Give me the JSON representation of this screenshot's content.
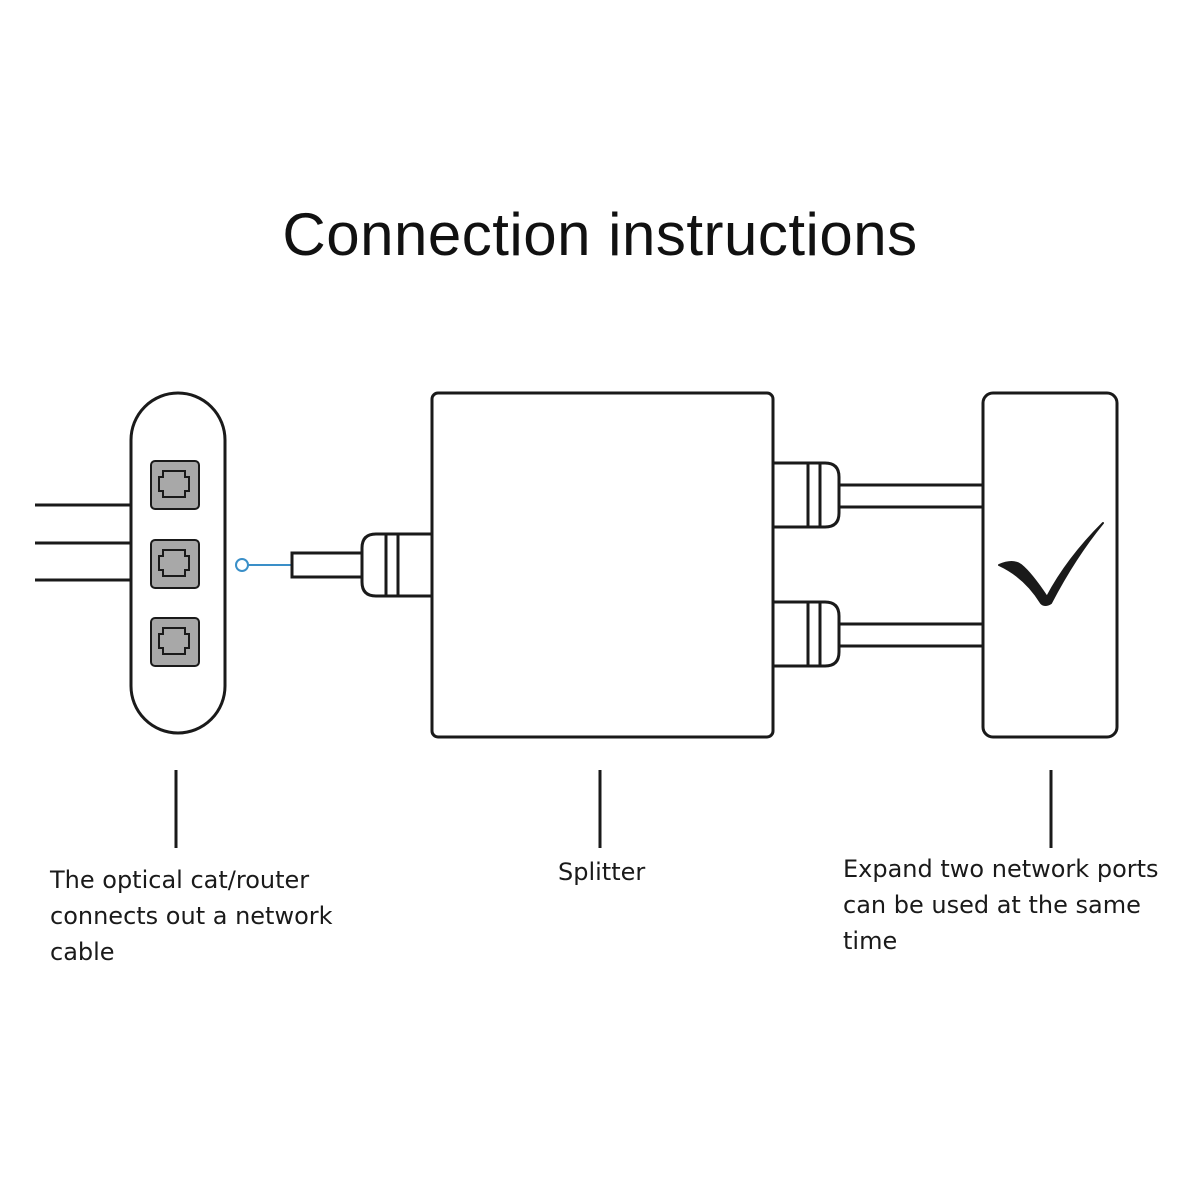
{
  "title": "Connection instructions",
  "labels": {
    "router": "The optical cat/router connects out a network cable",
    "splitter": "Splitter",
    "output": "Expand two network ports can be used at the same time"
  },
  "icons": {
    "router_ports": [
      "ethernet-port-icon",
      "ethernet-port-icon",
      "ethernet-port-icon"
    ],
    "output_status": "checkmark-icon"
  },
  "colors": {
    "line": "#1a1a1a",
    "port_fill": "#a8a8a8",
    "connector_accent": "#3a8fc8"
  }
}
